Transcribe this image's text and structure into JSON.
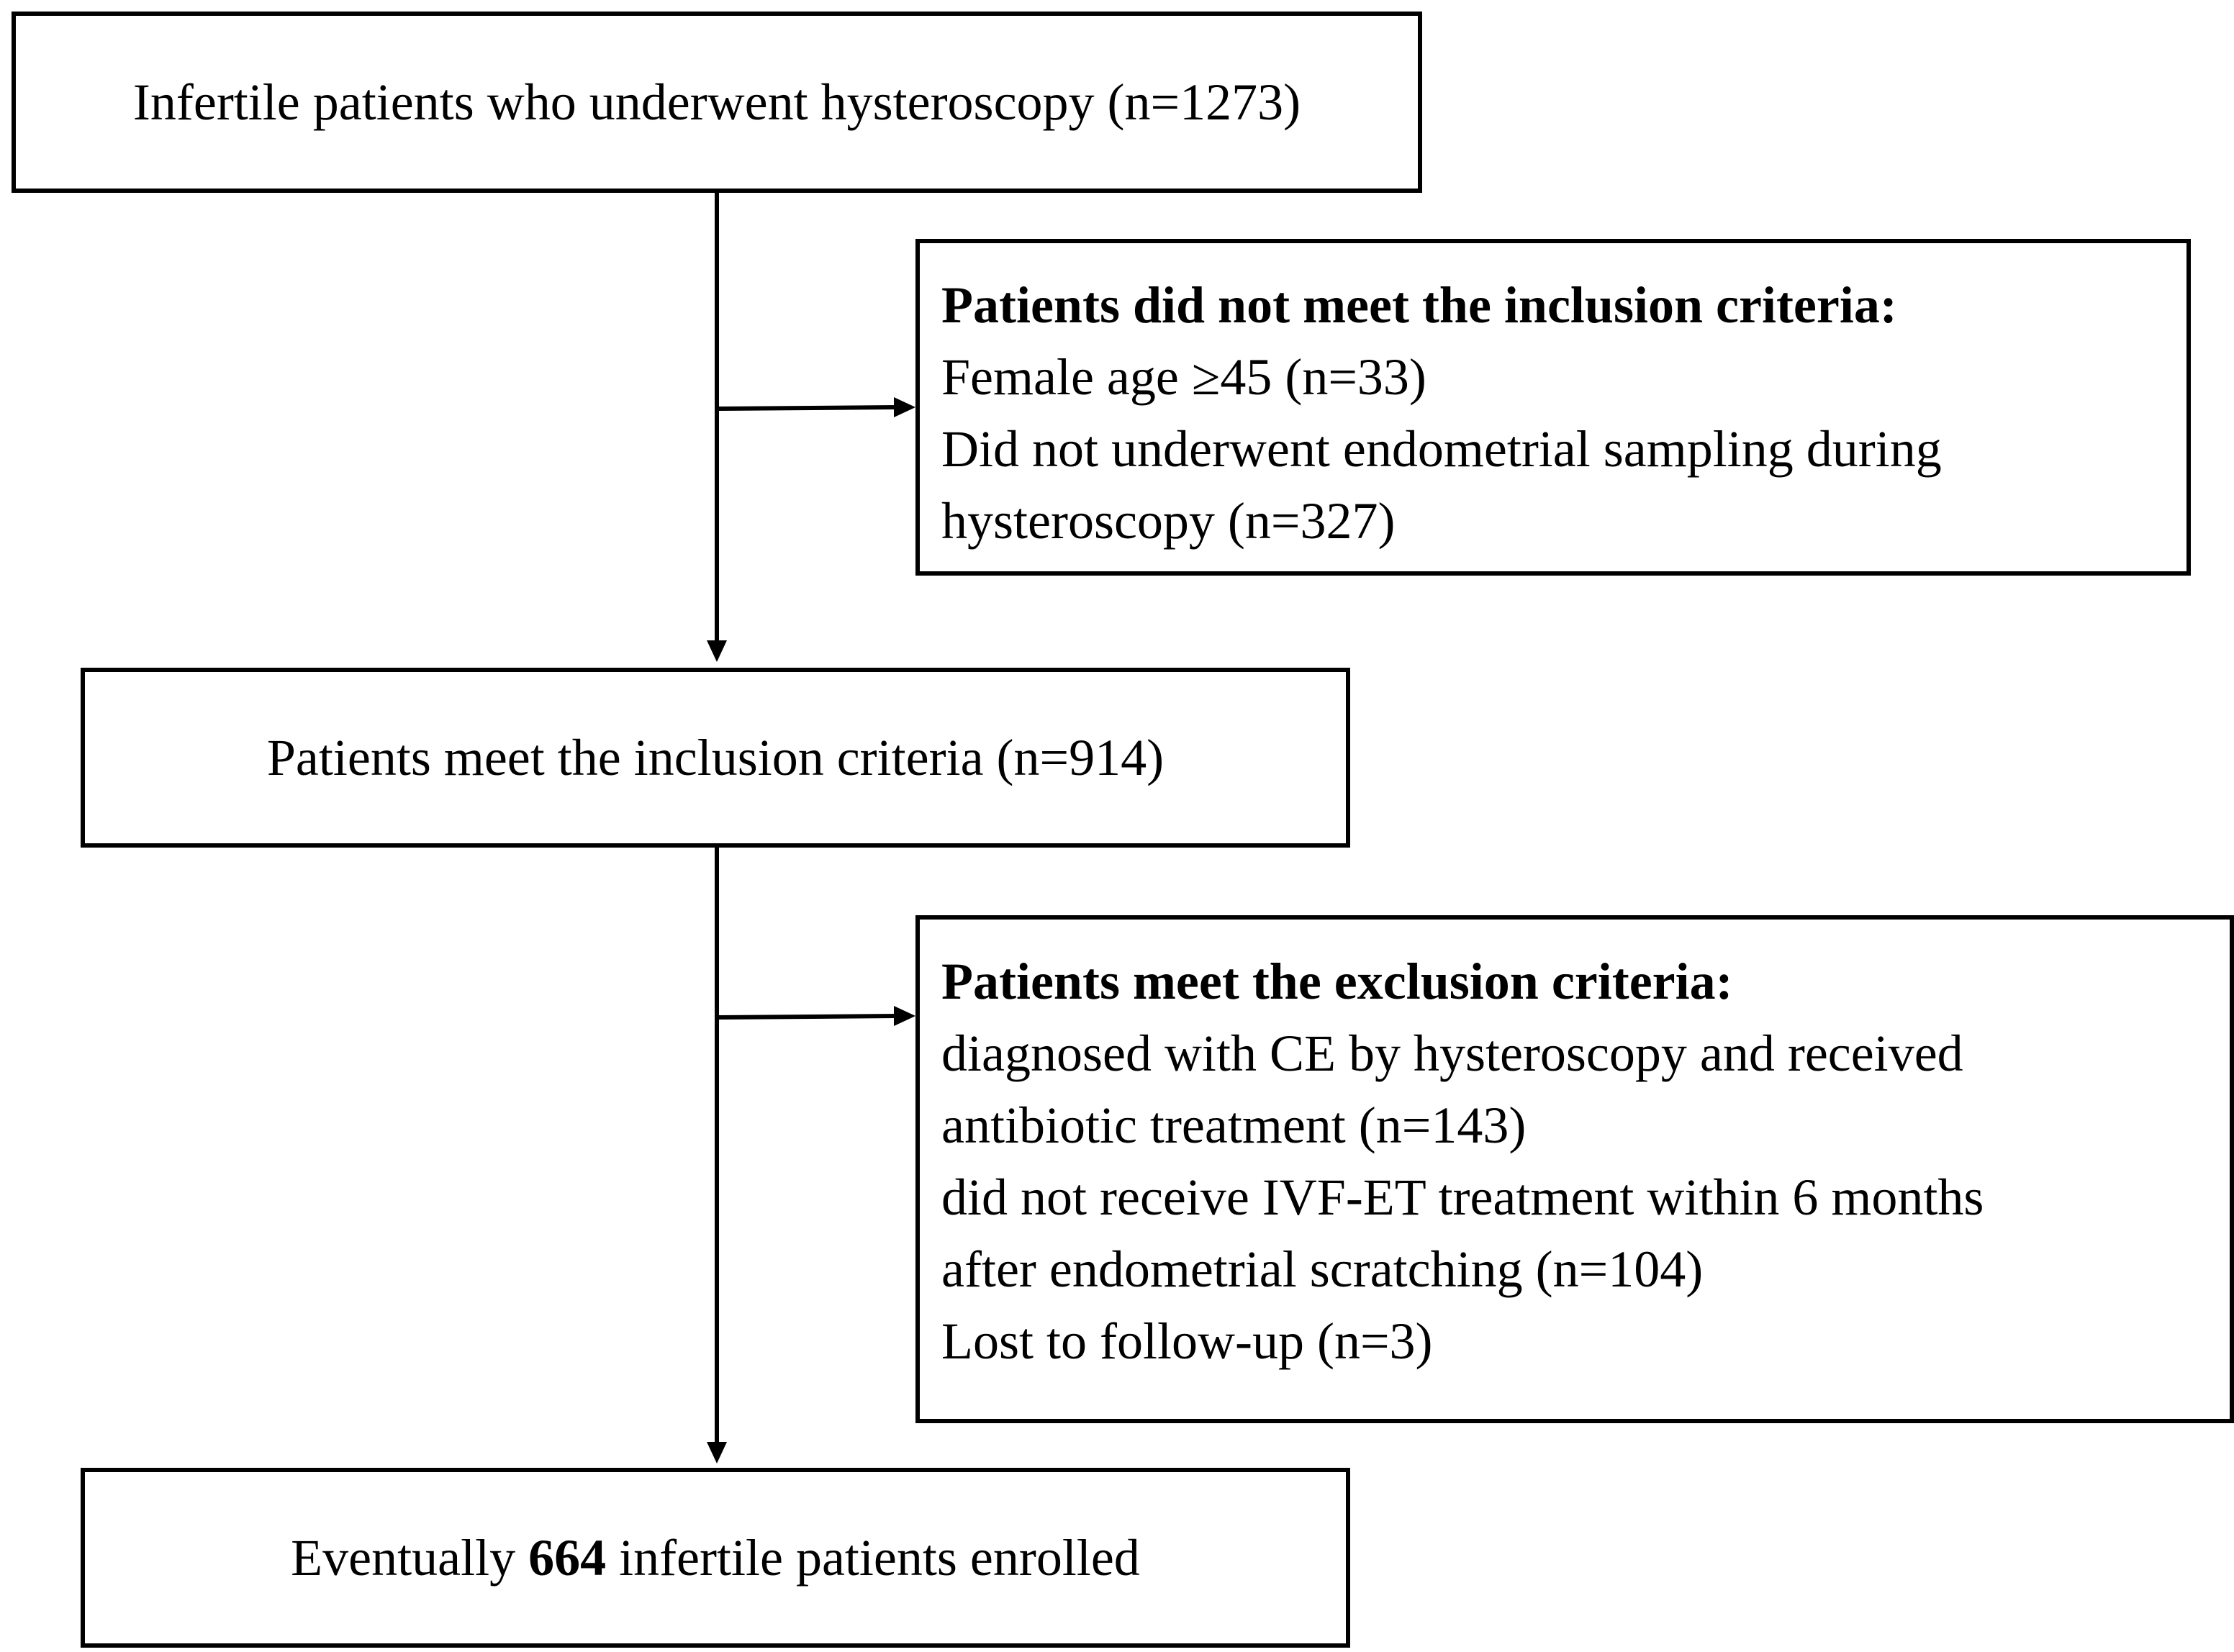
{
  "start_box": {
    "text": "Infertile patients who underwent hysteroscopy (n=1273)"
  },
  "inclusion_excluded_box": {
    "heading": "Patients did not meet the inclusion criteria:",
    "lines": [
      "Female age ≥45 (n=33)",
      "Did not underwent endometrial sampling during",
      "hysteroscopy (n=327)"
    ]
  },
  "included_box": {
    "text": "Patients meet the inclusion criteria (n=914)"
  },
  "exclusion_box": {
    "heading": "Patients meet the exclusion criteria:",
    "lines": [
      "diagnosed with CE by hysteroscopy and received",
      "antibiotic treatment (n=143)",
      "did not receive IVF-ET treatment within 6 months",
      "after endometrial scratching (n=104)",
      "Lost to follow-up (n=3)"
    ]
  },
  "final_box": {
    "prefix": "Eventually ",
    "number": "664",
    "suffix": " infertile patients enrolled"
  },
  "colors": {
    "line": "#000000",
    "background": "#ffffff"
  }
}
